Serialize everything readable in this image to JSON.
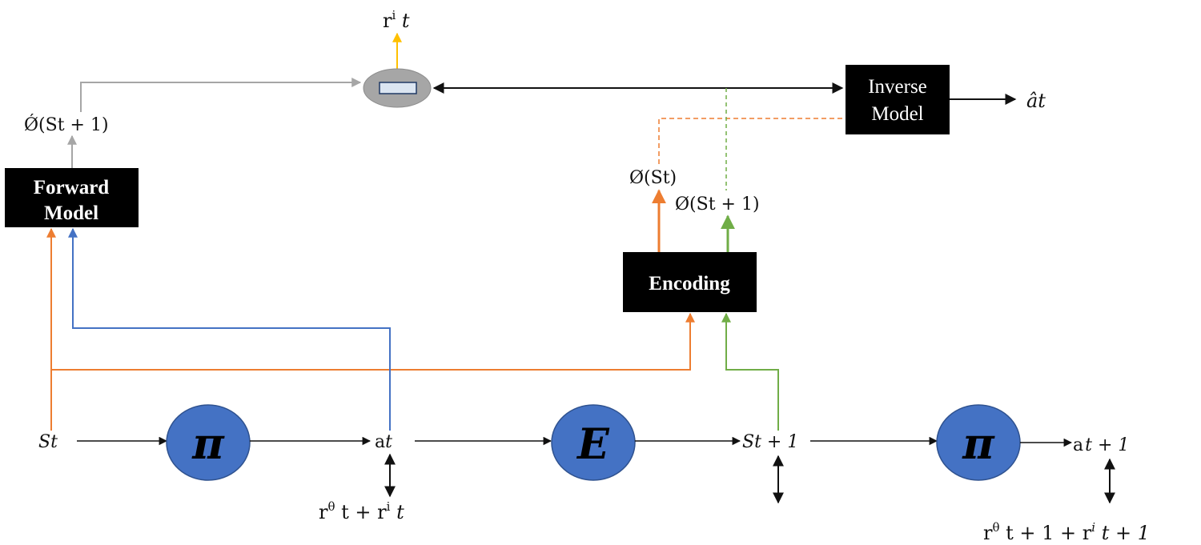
{
  "diagram": {
    "boxes": {
      "forward_model": {
        "line1": "Forward",
        "line2": "Model"
      },
      "inverse_model": {
        "line1": "Inverse",
        "line2": "Model"
      },
      "encoding": {
        "label": "Encoding"
      }
    },
    "circles": {
      "pi_1": "π",
      "env": "E",
      "pi_2": "π"
    },
    "labels": {
      "r_i_t": {
        "base": "r",
        "sup": "i",
        "tail": " t"
      },
      "phi_hat_st1": "Ǿ(St + 1)",
      "phi_st": "Ø(St)",
      "phi_st1": "Ø(St + 1)",
      "a_hat_t": "ât",
      "st": "St",
      "at": {
        "a": "a",
        "t": "t"
      },
      "st1": "St + 1",
      "at1": {
        "a": "a",
        "t": "t + 1"
      },
      "reward_t": {
        "r1": "r",
        "sup1": "θ",
        "mid": " t + ",
        "r2": "r",
        "sup2": "i",
        "tail": " t"
      },
      "reward_t1": {
        "r1": "r",
        "sup1": "θ",
        "mid": " t + 1 + ",
        "r2": "r",
        "sup2": "i",
        "tail": " t + 1"
      }
    },
    "colors": {
      "orange": "#ed7d31",
      "blue": "#4472c4",
      "green": "#70ad47",
      "gray": "#a6a6a6",
      "yellow": "#ffc000",
      "circle_fill": "#4472c4",
      "box_fill": "#000000"
    }
  }
}
